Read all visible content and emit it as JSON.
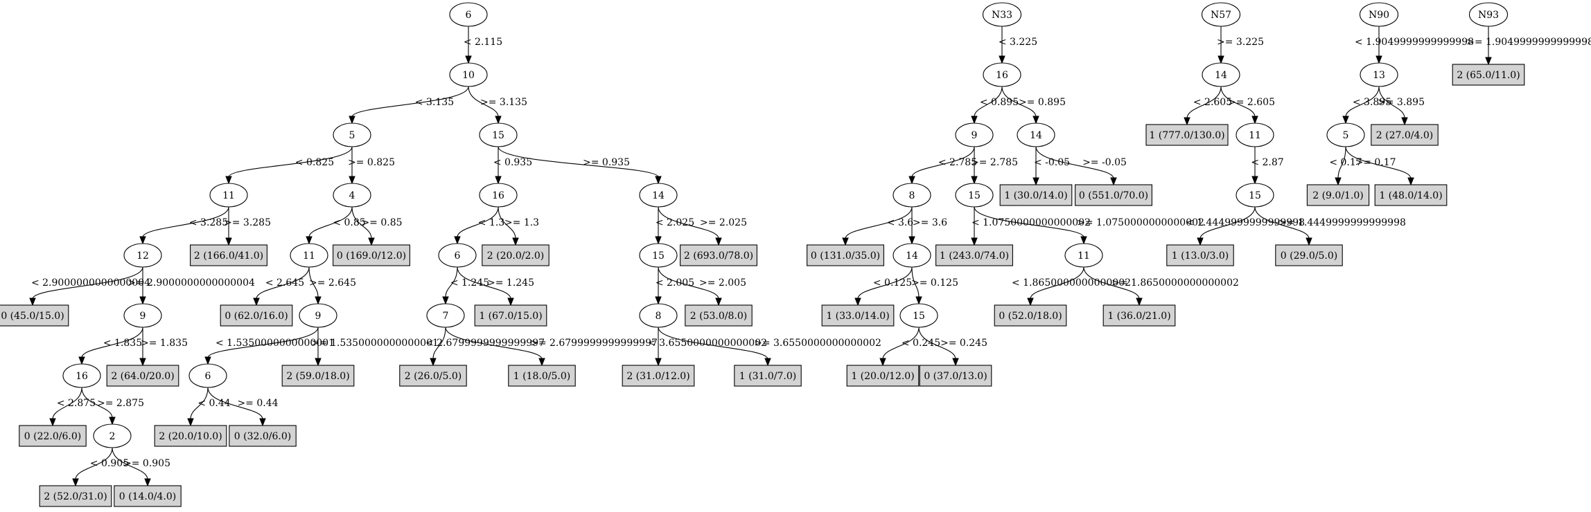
{
  "tree": {
    "nodes": [
      {
        "id": "a0",
        "label": "6",
        "leaf": false
      },
      {
        "id": "a1",
        "label": "10",
        "leaf": false
      },
      {
        "id": "a2",
        "label": "5",
        "leaf": false
      },
      {
        "id": "a3",
        "label": "15",
        "leaf": false
      },
      {
        "id": "a4",
        "label": "11",
        "leaf": false
      },
      {
        "id": "a5",
        "label": "4",
        "leaf": false
      },
      {
        "id": "a6",
        "label": "16",
        "leaf": false
      },
      {
        "id": "a7",
        "label": "14",
        "leaf": false
      },
      {
        "id": "a8",
        "label": "12",
        "leaf": false
      },
      {
        "id": "a9",
        "label": "2 (166.0/41.0)",
        "leaf": true
      },
      {
        "id": "a10",
        "label": "11",
        "leaf": false
      },
      {
        "id": "a11",
        "label": "0 (169.0/12.0)",
        "leaf": true
      },
      {
        "id": "a12",
        "label": "6",
        "leaf": false
      },
      {
        "id": "a13",
        "label": "2 (20.0/2.0)",
        "leaf": true
      },
      {
        "id": "a14",
        "label": "15",
        "leaf": false
      },
      {
        "id": "a15",
        "label": "2 (693.0/78.0)",
        "leaf": true
      },
      {
        "id": "a16",
        "label": "0 (45.0/15.0)",
        "leaf": true
      },
      {
        "id": "a17",
        "label": "9",
        "leaf": false
      },
      {
        "id": "a18",
        "label": "0 (62.0/16.0)",
        "leaf": true
      },
      {
        "id": "a19",
        "label": "9",
        "leaf": false
      },
      {
        "id": "a20",
        "label": "7",
        "leaf": false
      },
      {
        "id": "a21",
        "label": "1 (67.0/15.0)",
        "leaf": true
      },
      {
        "id": "a22",
        "label": "8",
        "leaf": false
      },
      {
        "id": "a23",
        "label": "2 (53.0/8.0)",
        "leaf": true
      },
      {
        "id": "a24",
        "label": "16",
        "leaf": false
      },
      {
        "id": "a25",
        "label": "2 (64.0/20.0)",
        "leaf": true
      },
      {
        "id": "a26",
        "label": "6",
        "leaf": false
      },
      {
        "id": "a27",
        "label": "2 (59.0/18.0)",
        "leaf": true
      },
      {
        "id": "a28",
        "label": "2 (26.0/5.0)",
        "leaf": true
      },
      {
        "id": "a29",
        "label": "1 (18.0/5.0)",
        "leaf": true
      },
      {
        "id": "a30",
        "label": "2 (31.0/12.0)",
        "leaf": true
      },
      {
        "id": "a31",
        "label": "1 (31.0/7.0)",
        "leaf": true
      },
      {
        "id": "a32",
        "label": "0 (22.0/6.0)",
        "leaf": true
      },
      {
        "id": "a33",
        "label": "2",
        "leaf": false
      },
      {
        "id": "a34",
        "label": "2 (20.0/10.0)",
        "leaf": true
      },
      {
        "id": "a35",
        "label": "0 (32.0/6.0)",
        "leaf": true
      },
      {
        "id": "a36",
        "label": "2 (52.0/31.0)",
        "leaf": true
      },
      {
        "id": "a37",
        "label": "0 (14.0/4.0)",
        "leaf": true
      },
      {
        "id": "b0",
        "label": "N33",
        "leaf": false
      },
      {
        "id": "b1",
        "label": "16",
        "leaf": false
      },
      {
        "id": "b2",
        "label": "9",
        "leaf": false
      },
      {
        "id": "b3",
        "label": "14",
        "leaf": false
      },
      {
        "id": "b4",
        "label": "8",
        "leaf": false
      },
      {
        "id": "b5",
        "label": "15",
        "leaf": false
      },
      {
        "id": "b6",
        "label": "1 (30.0/14.0)",
        "leaf": true
      },
      {
        "id": "b7",
        "label": "0 (551.0/70.0)",
        "leaf": true
      },
      {
        "id": "b8",
        "label": "0 (131.0/35.0)",
        "leaf": true
      },
      {
        "id": "b9",
        "label": "14",
        "leaf": false
      },
      {
        "id": "b10",
        "label": "1 (243.0/74.0)",
        "leaf": true
      },
      {
        "id": "b11",
        "label": "11",
        "leaf": false
      },
      {
        "id": "b12",
        "label": "1 (33.0/14.0)",
        "leaf": true
      },
      {
        "id": "b13",
        "label": "15",
        "leaf": false
      },
      {
        "id": "b14",
        "label": "0 (52.0/18.0)",
        "leaf": true
      },
      {
        "id": "b15",
        "label": "1 (36.0/21.0)",
        "leaf": true
      },
      {
        "id": "b16",
        "label": "1 (20.0/12.0)",
        "leaf": true
      },
      {
        "id": "b17",
        "label": "0 (37.0/13.0)",
        "leaf": true
      },
      {
        "id": "c0",
        "label": "N57",
        "leaf": false
      },
      {
        "id": "c1",
        "label": "14",
        "leaf": false
      },
      {
        "id": "c2",
        "label": "1 (777.0/130.0)",
        "leaf": true
      },
      {
        "id": "c3",
        "label": "11",
        "leaf": false
      },
      {
        "id": "c4",
        "label": "15",
        "leaf": false
      },
      {
        "id": "c5",
        "label": "1 (13.0/3.0)",
        "leaf": true
      },
      {
        "id": "c6",
        "label": "0 (29.0/5.0)",
        "leaf": true
      },
      {
        "id": "d0",
        "label": "N90",
        "leaf": false
      },
      {
        "id": "d1",
        "label": "13",
        "leaf": false
      },
      {
        "id": "d2",
        "label": "5",
        "leaf": false
      },
      {
        "id": "d3",
        "label": "2 (27.0/4.0)",
        "leaf": true
      },
      {
        "id": "d4",
        "label": "2 (9.0/1.0)",
        "leaf": true
      },
      {
        "id": "d5",
        "label": "1 (48.0/14.0)",
        "leaf": true
      },
      {
        "id": "e0",
        "label": "N93",
        "leaf": false
      },
      {
        "id": "e1",
        "label": "2 (65.0/11.0)",
        "leaf": true
      }
    ],
    "edges": [
      {
        "from": "a0",
        "to": "a1",
        "label": "< 2.115"
      },
      {
        "from": "a1",
        "to": "a2",
        "label": "< 3.135"
      },
      {
        "from": "a1",
        "to": "a3",
        "label": ">= 3.135"
      },
      {
        "from": "a2",
        "to": "a4",
        "label": "< 0.825"
      },
      {
        "from": "a2",
        "to": "a5",
        "label": ">= 0.825"
      },
      {
        "from": "a3",
        "to": "a6",
        "label": "< 0.935"
      },
      {
        "from": "a3",
        "to": "a7",
        "label": ">= 0.935"
      },
      {
        "from": "a4",
        "to": "a8",
        "label": "< 3.285"
      },
      {
        "from": "a4",
        "to": "a9",
        "label": ">= 3.285"
      },
      {
        "from": "a5",
        "to": "a10",
        "label": "< 0.85"
      },
      {
        "from": "a5",
        "to": "a11",
        "label": ">= 0.85"
      },
      {
        "from": "a6",
        "to": "a12",
        "label": "< 1.3"
      },
      {
        "from": "a6",
        "to": "a13",
        "label": ">= 1.3"
      },
      {
        "from": "a7",
        "to": "a14",
        "label": "< 2.025"
      },
      {
        "from": "a7",
        "to": "a15",
        "label": ">= 2.025"
      },
      {
        "from": "a8",
        "to": "a16",
        "label": "< 2.9000000000000004"
      },
      {
        "from": "a8",
        "to": "a17",
        "label": ">= 2.9000000000000004"
      },
      {
        "from": "a10",
        "to": "a18",
        "label": "< 2.645"
      },
      {
        "from": "a10",
        "to": "a19",
        "label": ">= 2.645"
      },
      {
        "from": "a12",
        "to": "a20",
        "label": "< 1.245"
      },
      {
        "from": "a12",
        "to": "a21",
        "label": ">= 1.245"
      },
      {
        "from": "a14",
        "to": "a22",
        "label": "< 2.005"
      },
      {
        "from": "a14",
        "to": "a23",
        "label": ">= 2.005"
      },
      {
        "from": "a17",
        "to": "a24",
        "label": "< 1.835"
      },
      {
        "from": "a17",
        "to": "a25",
        "label": ">= 1.835"
      },
      {
        "from": "a19",
        "to": "a26",
        "label": "< 1.5350000000000001"
      },
      {
        "from": "a19",
        "to": "a27",
        "label": ">= 1.5350000000000001"
      },
      {
        "from": "a20",
        "to": "a28",
        "label": "< 2.6799999999999997"
      },
      {
        "from": "a20",
        "to": "a29",
        "label": ">= 2.6799999999999997"
      },
      {
        "from": "a22",
        "to": "a30",
        "label": "< 3.6550000000000002"
      },
      {
        "from": "a22",
        "to": "a31",
        "label": ">= 3.6550000000000002"
      },
      {
        "from": "a24",
        "to": "a32",
        "label": "< 2.875"
      },
      {
        "from": "a24",
        "to": "a33",
        "label": ">= 2.875"
      },
      {
        "from": "a26",
        "to": "a34",
        "label": "< 0.44"
      },
      {
        "from": "a26",
        "to": "a35",
        "label": ">= 0.44"
      },
      {
        "from": "a33",
        "to": "a36",
        "label": "< 0.905"
      },
      {
        "from": "a33",
        "to": "a37",
        "label": ">= 0.905"
      },
      {
        "from": "b0",
        "to": "b1",
        "label": "< 3.225"
      },
      {
        "from": "b1",
        "to": "b2",
        "label": "< 0.895"
      },
      {
        "from": "b1",
        "to": "b3",
        "label": ">= 0.895"
      },
      {
        "from": "b2",
        "to": "b4",
        "label": "< 2.785"
      },
      {
        "from": "b2",
        "to": "b5",
        "label": ">= 2.785"
      },
      {
        "from": "b3",
        "to": "b6",
        "label": "< -0.05"
      },
      {
        "from": "b3",
        "to": "b7",
        "label": ">= -0.05"
      },
      {
        "from": "b4",
        "to": "b8",
        "label": "< 3.6"
      },
      {
        "from": "b4",
        "to": "b9",
        "label": ">= 3.6"
      },
      {
        "from": "b5",
        "to": "b10",
        "label": "< 1.0750000000000002"
      },
      {
        "from": "b5",
        "to": "b11",
        "label": ">= 1.0750000000000002"
      },
      {
        "from": "b9",
        "to": "b12",
        "label": "< 0.125"
      },
      {
        "from": "b9",
        "to": "b13",
        "label": ">= 0.125"
      },
      {
        "from": "b11",
        "to": "b14",
        "label": "< 1.8650000000000002"
      },
      {
        "from": "b11",
        "to": "b15",
        "label": ">= 1.8650000000000002"
      },
      {
        "from": "b13",
        "to": "b16",
        "label": "< 0.245"
      },
      {
        "from": "b13",
        "to": "b17",
        "label": ">= 0.245"
      },
      {
        "from": "c0",
        "to": "c1",
        "label": ">= 3.225"
      },
      {
        "from": "c1",
        "to": "c2",
        "label": "< 2.605"
      },
      {
        "from": "c1",
        "to": "c3",
        "label": ">= 2.605"
      },
      {
        "from": "c3",
        "to": "c4",
        "label": "< 2.87"
      },
      {
        "from": "c4",
        "to": "c5",
        "label": "< 1.4449999999999998"
      },
      {
        "from": "c4",
        "to": "c6",
        "label": ">= 1.4449999999999998"
      },
      {
        "from": "d0",
        "to": "d1",
        "label": "< 1.9049999999999998"
      },
      {
        "from": "d1",
        "to": "d2",
        "label": "< 3.895"
      },
      {
        "from": "d1",
        "to": "d3",
        "label": ">= 3.895"
      },
      {
        "from": "d2",
        "to": "d4",
        "label": "< 0.17"
      },
      {
        "from": "d2",
        "to": "d5",
        "label": ">= 0.17"
      },
      {
        "from": "e0",
        "to": "e1",
        "label": ">= 1.9049999999999998"
      }
    ]
  }
}
